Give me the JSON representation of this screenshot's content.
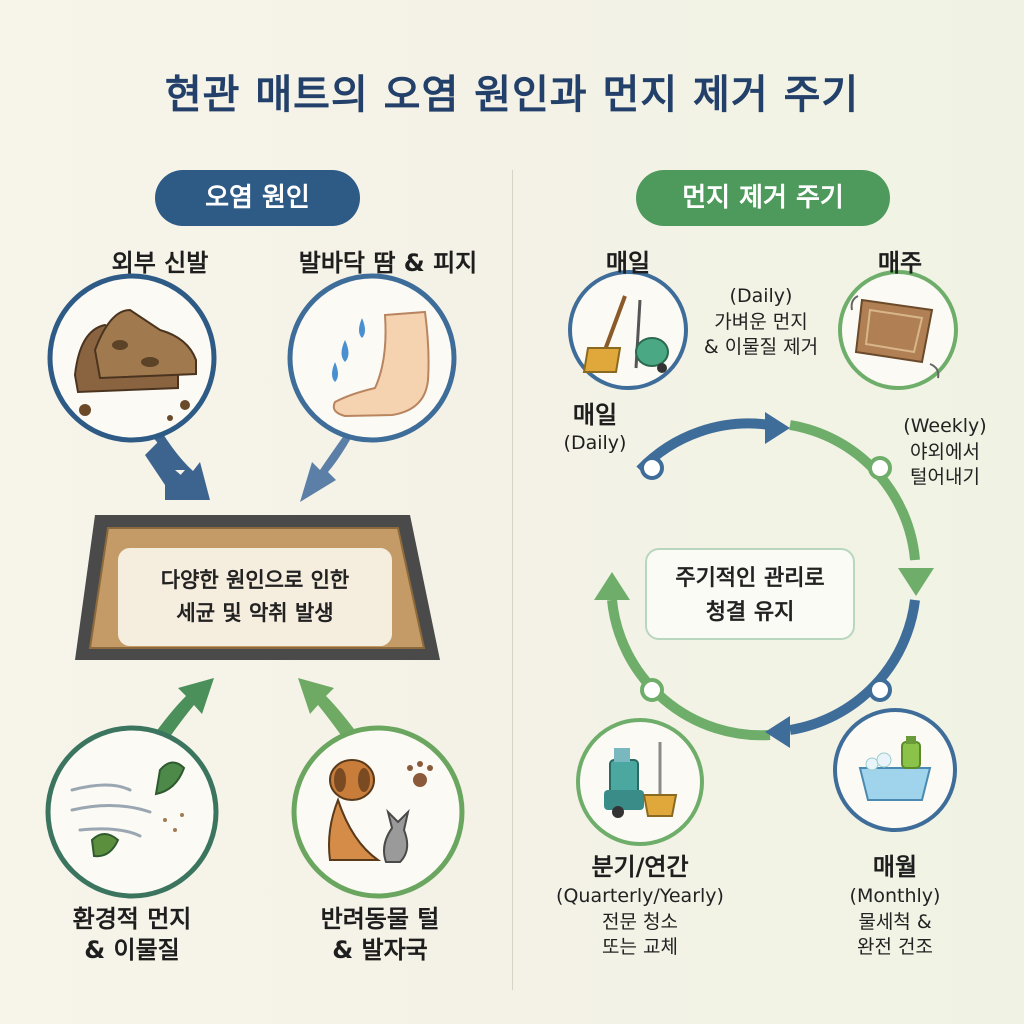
{
  "title": "현관 매트의 오염 원인과 먼지 제거 주기",
  "left": {
    "header": "오염 원인",
    "causes": [
      {
        "label": "외부 신발",
        "icon": "muddy-shoes-icon"
      },
      {
        "label": "발바닥 땀 & 피지",
        "icon": "foot-sweat-icon"
      },
      {
        "label_line1": "환경적 먼지",
        "label_line2": "& 이물질",
        "icon": "wind-dust-icon"
      },
      {
        "label_line1": "반려동물 털",
        "label_line2": "& 발자국",
        "icon": "pets-icon"
      }
    ],
    "mat_text_line1": "다양한 원인으로 인한",
    "mat_text_line2": "세균 및 악취 발생",
    "colors": {
      "navy": "#2e5a86",
      "green": "#5a9a60",
      "mat": "#c49a66"
    }
  },
  "right": {
    "header": "먼지 제거 주기",
    "center_line1": "주기적인 관리로",
    "center_line2": "청결 유지",
    "daily": {
      "title": "매일",
      "note_en": "(Daily)",
      "note_line1": "가벼운 먼지",
      "note_line2": "& 이물질 제거",
      "cycle_label": "매일",
      "cycle_en": "(Daily)",
      "icon": "broom-vacuum-icon"
    },
    "weekly": {
      "title": "매주",
      "note_en": "(Weekly)",
      "note_line1": "야외에서",
      "note_line2": "털어내기",
      "icon": "shake-mat-icon"
    },
    "monthly": {
      "title": "매월",
      "note_en": "(Monthly)",
      "note_line1": "물세척 &",
      "note_line2": "완전 건조",
      "icon": "wash-basin-icon"
    },
    "quarterly": {
      "title": "분기/연간",
      "note_en": "(Quarterly/Yearly)",
      "note_line1": "전문 청소",
      "note_line2": "또는 교체",
      "icon": "cleaning-tools-icon"
    },
    "colors": {
      "blue": "#3f6d9a",
      "green": "#6fae6a"
    }
  }
}
